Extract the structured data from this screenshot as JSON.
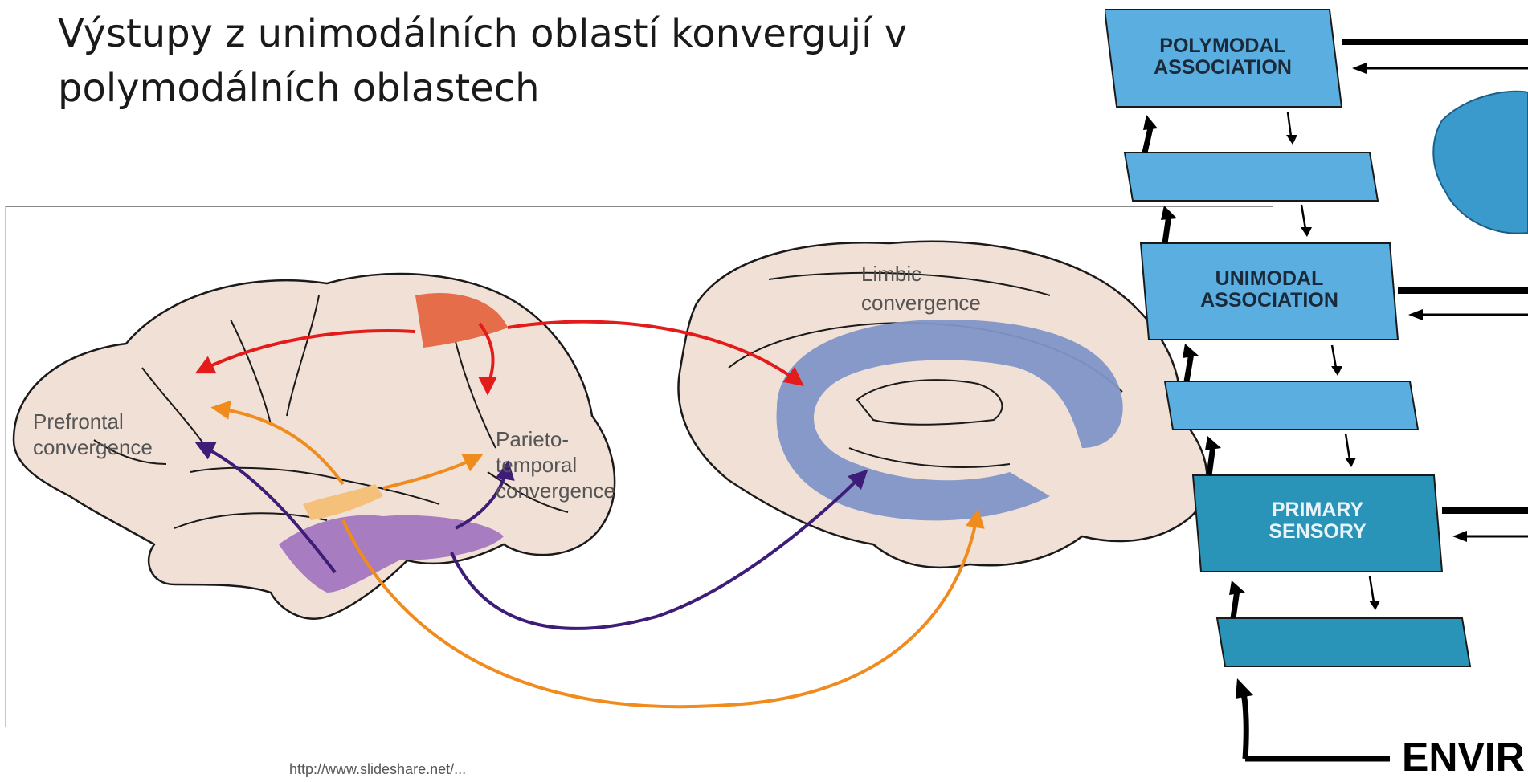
{
  "slide": {
    "title": "Výstupy z unimodálních oblastí konvergují v polymodálních oblastech",
    "footnote": "http://www.slideshare.net/..."
  },
  "brain_figure": {
    "labels": {
      "limbic_line1": "Limbic",
      "limbic_line2": "convergence",
      "prefrontal_line1": "Prefrontal",
      "prefrontal_line2": "convergence",
      "parieto_line1": "Parieto-",
      "parieto_line2": "temporal",
      "parieto_line3": "convergence"
    },
    "colors": {
      "tissue": "#f1e0d6",
      "parietal_area": "#e56d4a",
      "temporal_area": "#a87cc0",
      "frontal_area": "#f5c07a",
      "limbic_area": "#7f95c8",
      "red_arrow": "#e31b1b",
      "orange_arrow": "#f08c1e",
      "purple_arrow": "#3d1d78"
    }
  },
  "flow_diagram": {
    "boxes": {
      "polymodal_line1": "POLYMODAL",
      "polymodal_line2": "ASSOCIATION",
      "unimodal_line1": "UNIMODAL",
      "unimodal_line2": "ASSOCIATION",
      "primary_line1": "PRIMARY",
      "primary_line2": "SENSORY"
    },
    "environment_label": "ENVIR",
    "colors": {
      "association_box": "#5aaee0",
      "primary_box": "#2a93b8",
      "brain_icon": "#3a9acb"
    }
  }
}
